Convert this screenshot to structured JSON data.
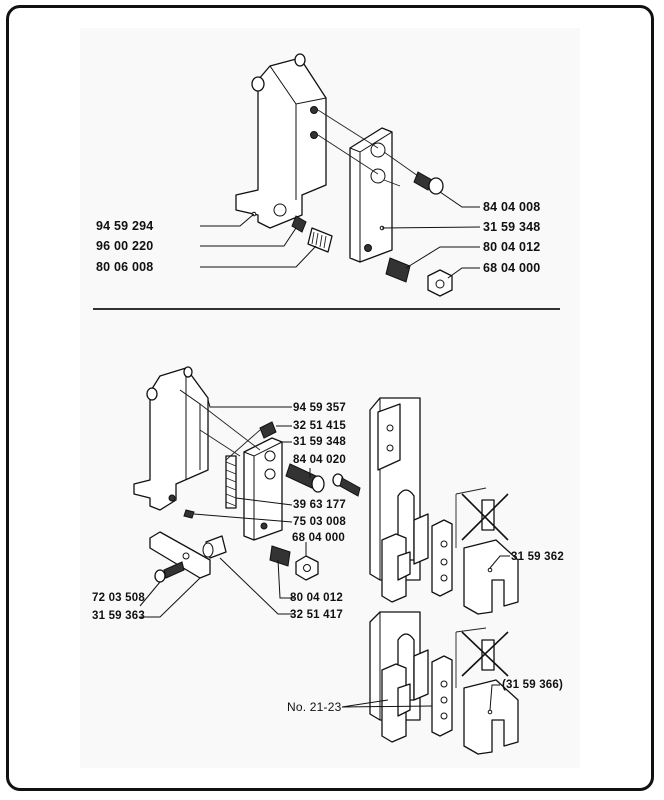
{
  "figure": {
    "top_assembly": {
      "left_labels": [
        "94 59 294",
        "96 00 220",
        "80 06 008"
      ],
      "right_labels": [
        "84 04 008",
        "31 59 348",
        "80 04 012",
        "68 04 000"
      ]
    },
    "bottom_assembly": {
      "center_labels": [
        "94 59 357",
        "32 51 415",
        "31 59 348",
        "84 04 020",
        "39 63 177",
        "75 03 008",
        "68 04 000",
        "80 04 012",
        "32 51 417"
      ],
      "left_labels": [
        "72 03 508",
        "31 59 363"
      ],
      "right_labels": [
        "31 59 362",
        "(31 59 366)"
      ],
      "group_label": "No. 21-23"
    }
  }
}
